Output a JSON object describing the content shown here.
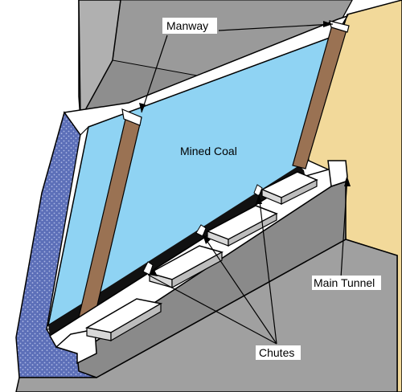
{
  "labels": {
    "manway": "Manway",
    "mined_coal": "Mined Coal",
    "main_tunnel": "Main Tunnel",
    "chutes": "Chutes"
  },
  "colors": {
    "rock_dark": "#8e8e8e",
    "rock_mid": "#a8a8a8",
    "rock_light": "#c8c8c8",
    "coal_face": "#8fd3f3",
    "seam_blue": "#5c6fb8",
    "sand": "#f2d99a",
    "manway_brown": "#a27a5a",
    "black": "#111111",
    "white": "#ffffff"
  }
}
